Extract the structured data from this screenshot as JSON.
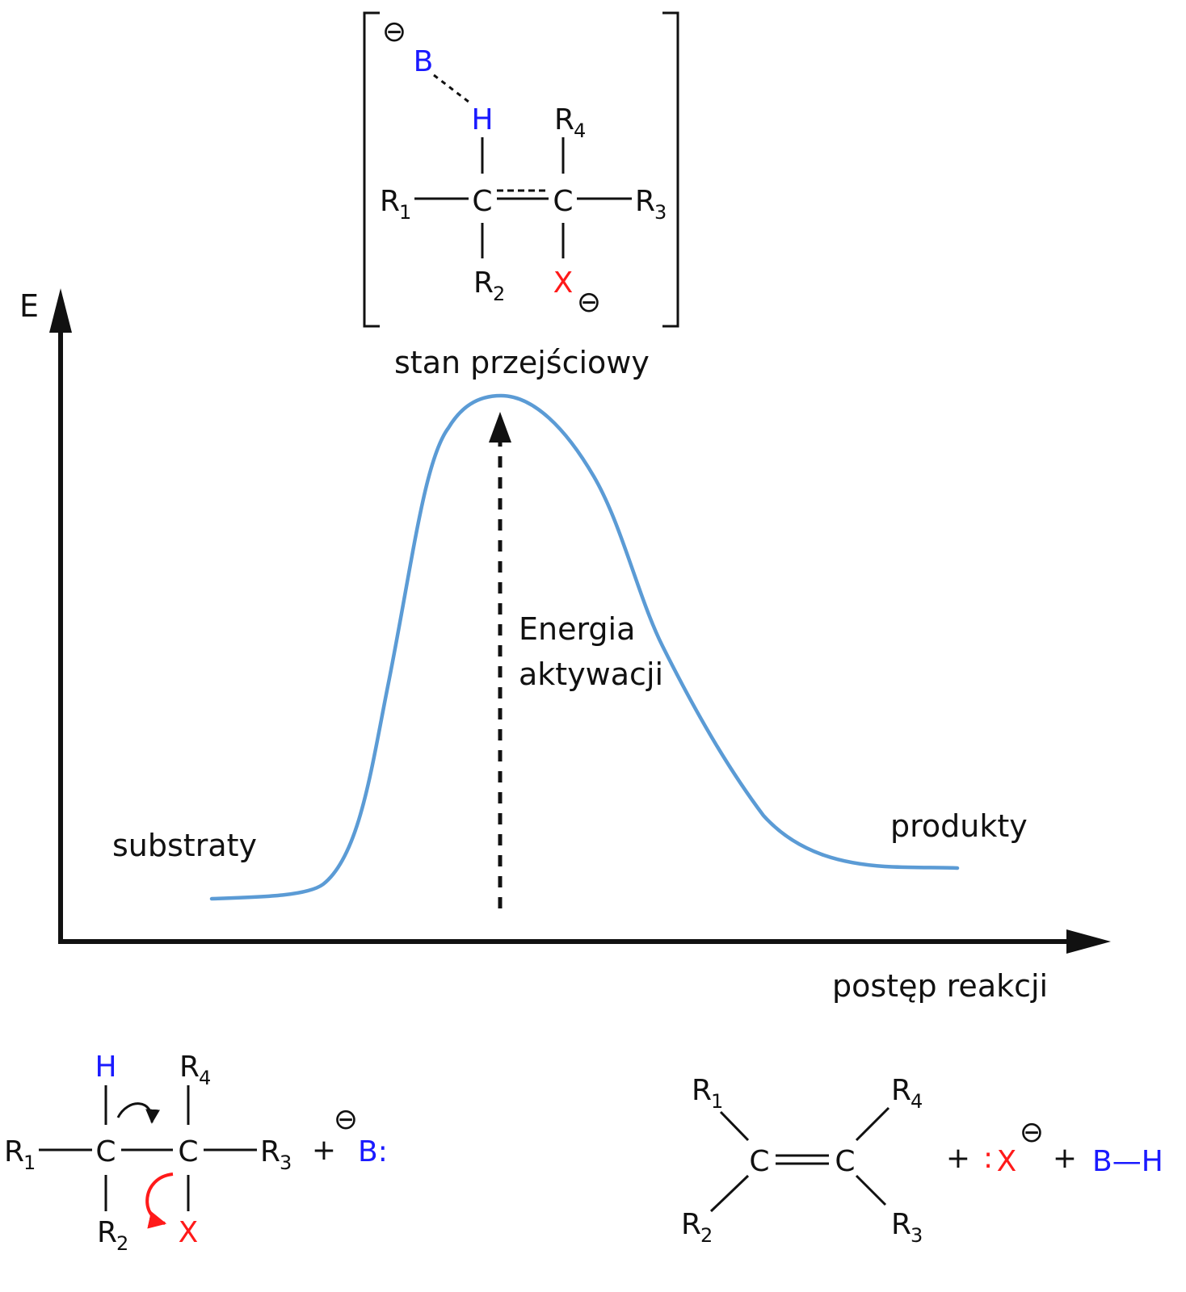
{
  "colors": {
    "curve": "#5b9bd5",
    "axis": "#111111",
    "base": "#1a1aff",
    "leaving": "#ff1a1a",
    "text": "#111111"
  },
  "axes": {
    "y_label": "E",
    "x_label": "postęp reakcji"
  },
  "labels": {
    "transition_state": "stan przejściowy",
    "activation_energy_line1": "Energia",
    "activation_energy_line2": "aktywacji",
    "reactants": "substraty",
    "products": "produkty"
  },
  "transition_state": {
    "base": "B",
    "hydrogen": "H",
    "carbon1": "C",
    "carbon2": "C",
    "leaving": "X",
    "charge": "⊖",
    "r1": "R",
    "r1_sub": "1",
    "r2": "R",
    "r2_sub": "2",
    "r3": "R",
    "r3_sub": "3",
    "r4": "R",
    "r4_sub": "4"
  },
  "substrate": {
    "hydrogen": "H",
    "carbon1": "C",
    "carbon2": "C",
    "leaving": "X",
    "r1": "R",
    "r1_sub": "1",
    "r2": "R",
    "r2_sub": "2",
    "r3": "R",
    "r3_sub": "3",
    "r4": "R",
    "r4_sub": "4",
    "plus": "+",
    "base_charge": "⊖",
    "base": "B:"
  },
  "product": {
    "carbon1": "C",
    "carbon2": "C",
    "r1": "R",
    "r1_sub": "1",
    "r2": "R",
    "r2_sub": "2",
    "r3": "R",
    "r3_sub": "3",
    "r4": "R",
    "r4_sub": "4",
    "plus1": "+",
    "halide_pair": ":",
    "halide": "X",
    "halide_charge": "⊖",
    "plus2": "+",
    "acid": "B—H"
  }
}
